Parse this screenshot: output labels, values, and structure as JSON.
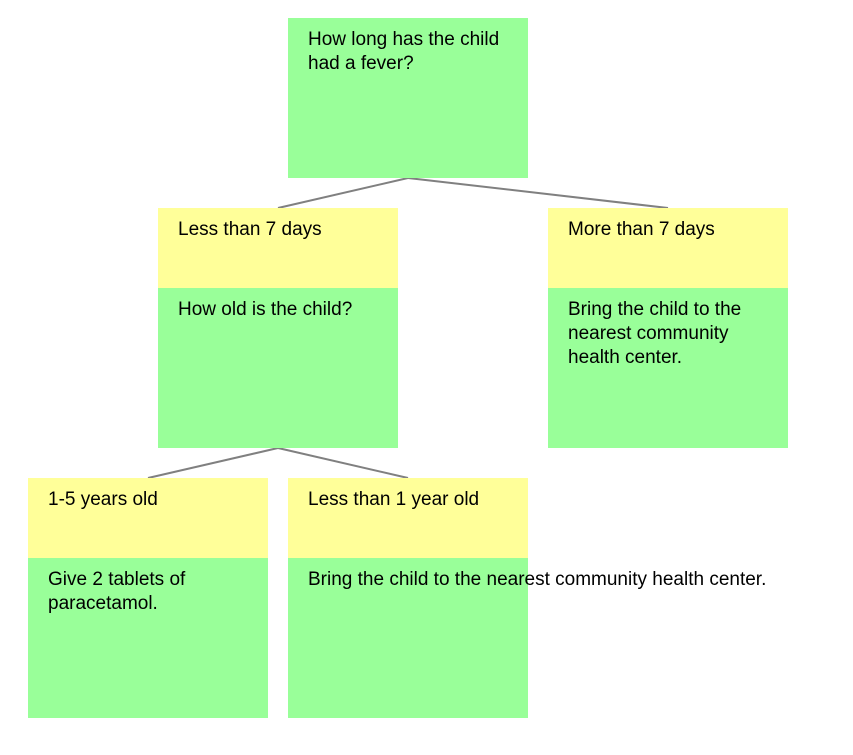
{
  "colors": {
    "question_bg": "#99ff99",
    "answer_bg": "#ffff99",
    "connector": "#808080"
  },
  "root": {
    "question": "How long has the child had a fever?"
  },
  "branch_less_7": {
    "answer": "Less than 7 days",
    "question": "How old is the child?"
  },
  "branch_more_7": {
    "answer": "More than 7 days",
    "outcome": "Bring the child to the nearest community health center."
  },
  "branch_1_5": {
    "answer": "1-5 years old",
    "outcome": "Give 2 tablets of paracetamol."
  },
  "branch_under_1": {
    "answer": "Less than 1 year old",
    "outcome": "Bring the child to the nearest community health center."
  }
}
